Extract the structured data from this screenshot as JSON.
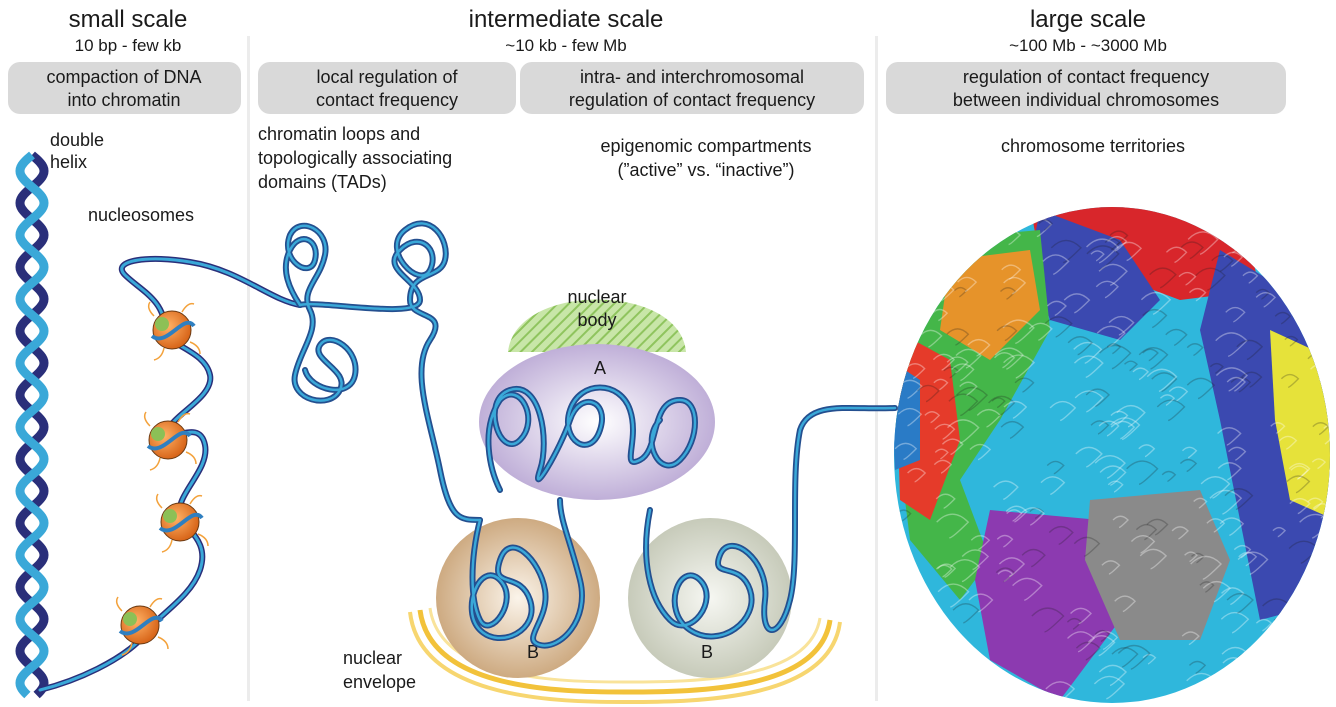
{
  "columns": {
    "small": {
      "title": "small scale",
      "range": "10 bp - few kb",
      "box_lines": [
        "compaction of DNA",
        "into chromatin"
      ],
      "labels": {
        "double_helix": [
          "double",
          "helix"
        ],
        "nucleosomes": "nucleosomes"
      }
    },
    "intermediate": {
      "title": "intermediate scale",
      "range": "~10 kb - few Mb",
      "box_left_lines": [
        "local regulation of",
        "contact frequency"
      ],
      "box_right_lines": [
        "intra- and interchromosomal",
        "regulation of contact frequency"
      ],
      "labels": {
        "loops": [
          "chromatin loops and",
          "topologically associating",
          "domains (TADs)"
        ],
        "compartments": [
          "epigenomic compartments",
          "(”active” vs. “inactive”)"
        ],
        "nuclear_body": [
          "nuclear",
          "body"
        ],
        "compartment_a": "A",
        "compartment_b_left": "B",
        "compartment_b_right": "B",
        "nuclear_envelope": [
          "nuclear",
          "envelope"
        ]
      }
    },
    "large": {
      "title": "large scale",
      "range": "~100 Mb - ~3000 Mb",
      "box_lines": [
        "regulation of contact frequency",
        "between individual chromosomes"
      ],
      "labels": {
        "territories": "chromosome territories"
      }
    }
  },
  "colors": {
    "label_box": "#d9d9d9",
    "dna_dark": "#2a2f7a",
    "dna_light": "#3aa8d8",
    "fiber": "#2f7fc0",
    "nucleosome": "#e8822a",
    "compartment_a": "#b9a7d4",
    "compartment_b_left": "#c9a377",
    "compartment_b_right": "#c2c6b4",
    "nuclear_body": "#9ccf6a",
    "envelope": "#f2c23a",
    "territory_colors": [
      "#d8262b",
      "#3b49b0",
      "#2fb7dc",
      "#44b649",
      "#e6932a",
      "#e53b2a",
      "#8c3ab0",
      "#8a8a8a",
      "#e6e23a",
      "#2a7bc6"
    ]
  }
}
